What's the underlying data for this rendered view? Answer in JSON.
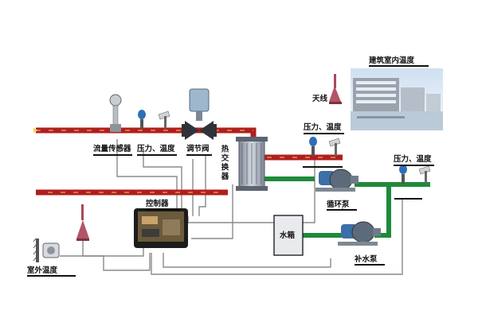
{
  "labels": {
    "building_temp": "建筑室内温度",
    "antenna": "天线",
    "flow_sensor": "流量传感器",
    "pressure_temp_1": "压力、温度",
    "control_valve": "调节阀",
    "heat_exchanger": "热交换器",
    "pressure_temp_2": "压力、温度",
    "pressure_temp_3": "压力、温度",
    "circulation_pump": "循环泵",
    "controller": "控制器",
    "water_tank": "水箱",
    "makeup_pump": "补水泵",
    "outdoor_temp": "室外温度"
  },
  "colors": {
    "hot_pipe": "#b01e1e",
    "cold_pipe": "#1f8a3a",
    "signal_wire": "#8a8a8a",
    "exchanger": "#a7aebb",
    "tank_fill": "#e8eaee"
  },
  "icons": [
    "flow-sensor-icon",
    "pressure-gauge-icon",
    "thermometer-icon",
    "control-valve-icon",
    "pump-icon",
    "antenna-icon",
    "outdoor-sensor-icon",
    "controller-screen-icon",
    "building-photo"
  ]
}
